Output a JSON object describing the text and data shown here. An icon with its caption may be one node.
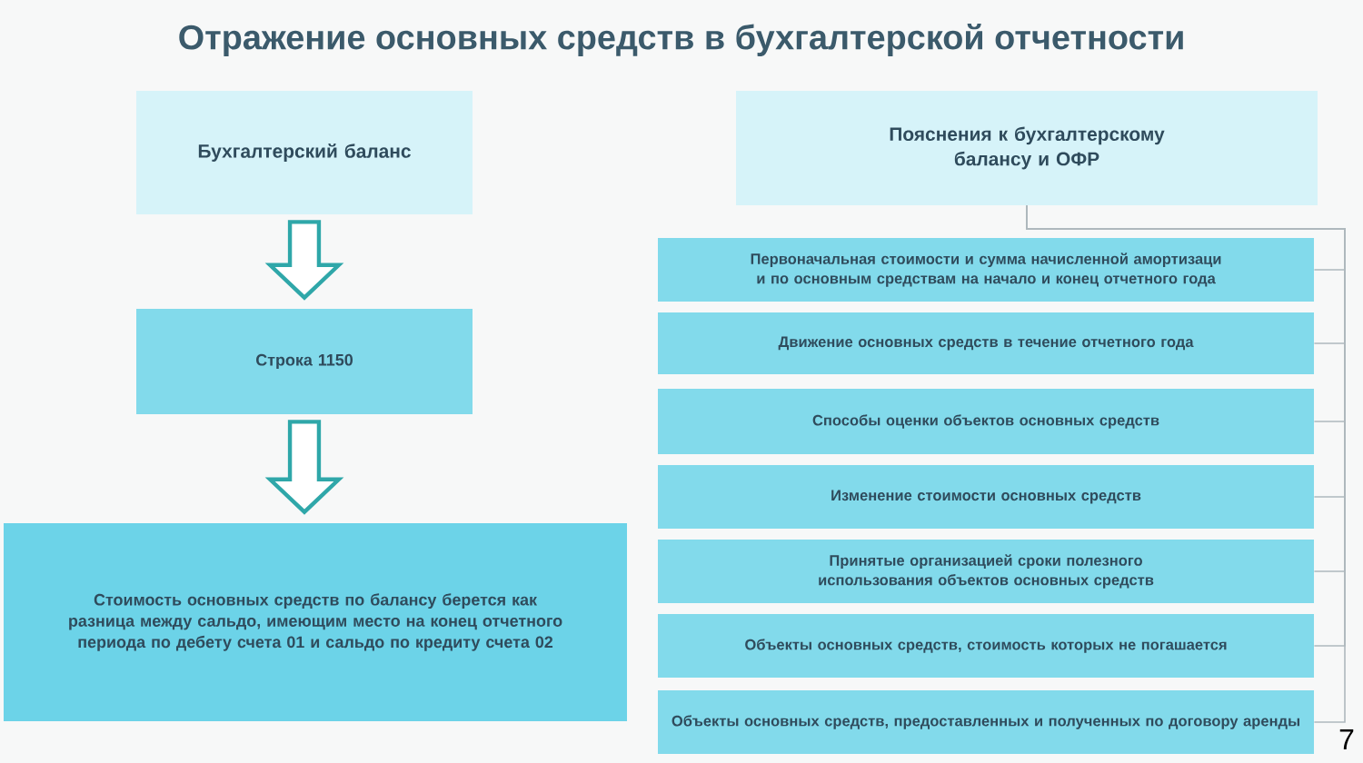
{
  "diagram": {
    "title": "Отражение основных средств в бухгалтерской отчетности",
    "nodes": [
      {
        "text": [
          "Бухгалтерский баланс"
        ]
      },
      {
        "text": [
          "Строка 1150"
        ]
      },
      {
        "text": [
          "Стоимость основных средств по балансу берется как разница между сальдо, имеющим место на конец отчетного периода по дебету счета 01 и сальдо по кредиту счета 02"
        ]
      },
      {
        "text": [
          "Пояснения к бухгалтерскому балансу и ОФР"
        ]
      },
      {
        "text": [
          "Первоначальная стоимости и сумма начисленной амортизаци и по основным средствам на начало и конец отчетного года"
        ]
      },
      {
        "text": [
          "Движение основных средств в течение отчетного года"
        ]
      },
      {
        "text": [
          "Способы оценки объектов основных средств"
        ]
      },
      {
        "text": [
          "Изменение стоимости основных средств"
        ]
      },
      {
        "text": [
          "Принятые организацией сроки полезного использования объектов основных средств"
        ]
      },
      {
        "text": [
          "Объекты основных средств, стоимость которых не погашается"
        ]
      },
      {
        "text": [
          "Объекты основных средств, предоставленных и полученных по договору аренды"
        ]
      }
    ],
    "edges": [
      {
        "from": 0,
        "to": 1,
        "arrow": "to"
      },
      {
        "from": 1,
        "to": 2,
        "arrow": "to"
      },
      {
        "from": 3,
        "to": 4,
        "arrow": "none"
      },
      {
        "from": 3,
        "to": 5,
        "arrow": "none"
      },
      {
        "from": 3,
        "to": 6,
        "arrow": "none"
      },
      {
        "from": 3,
        "to": 7,
        "arrow": "none"
      },
      {
        "from": 3,
        "to": 8,
        "arrow": "none"
      },
      {
        "from": 3,
        "to": 9,
        "arrow": "none"
      },
      {
        "from": 3,
        "to": 10,
        "arrow": "none"
      }
    ],
    "labels": [
      "7"
    ]
  }
}
